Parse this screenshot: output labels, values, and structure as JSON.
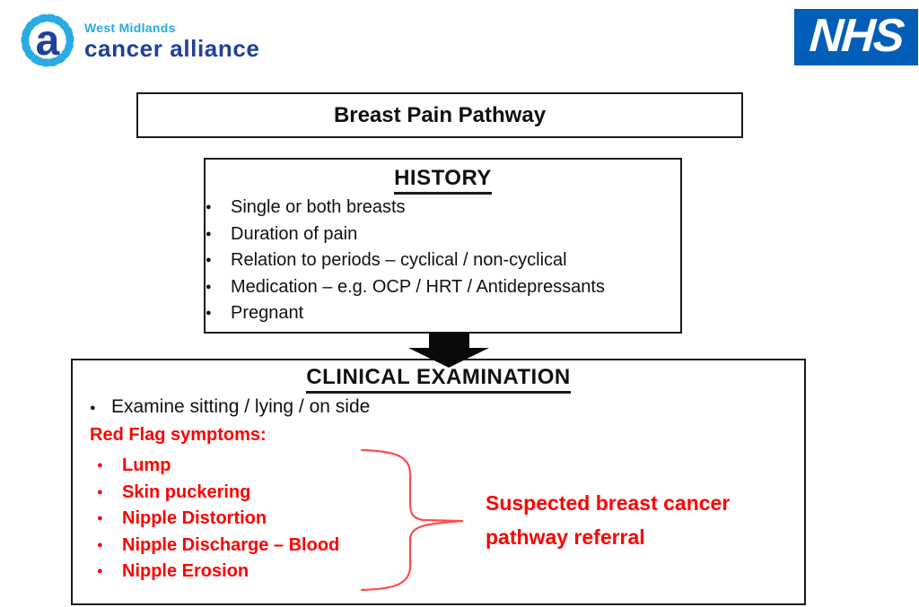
{
  "brand": {
    "west_midlands": "West Midlands",
    "cancer_alliance": "cancer alliance",
    "icon_letter": "a",
    "nhs": "NHS"
  },
  "colors": {
    "nhs_blue": "#005EB8",
    "logo_light_blue": "#29ABE2",
    "logo_dark_blue": "#21409A",
    "red_text": "#fe0000",
    "box_border": "#1b1b1b"
  },
  "title": "Breast Pain Pathway",
  "history": {
    "heading": "HISTORY",
    "bullets": [
      "Single or both breasts",
      "Duration of pain",
      "Relation to periods – cyclical / non-cyclical",
      "Medication – e.g. OCP / HRT / Antidepressants",
      "Pregnant"
    ]
  },
  "clinical": {
    "heading": "CLINICAL EXAMINATION",
    "examine_bullet": "Examine sitting / lying / on side",
    "red_flag_heading": "Red Flag symptoms:",
    "red_flags": [
      "Lump",
      "Skin puckering",
      "Nipple Distortion",
      "Nipple Discharge – Blood",
      "Nipple Erosion"
    ],
    "referral": {
      "line1": "Suspected breast cancer",
      "line2": "pathway referral"
    }
  }
}
